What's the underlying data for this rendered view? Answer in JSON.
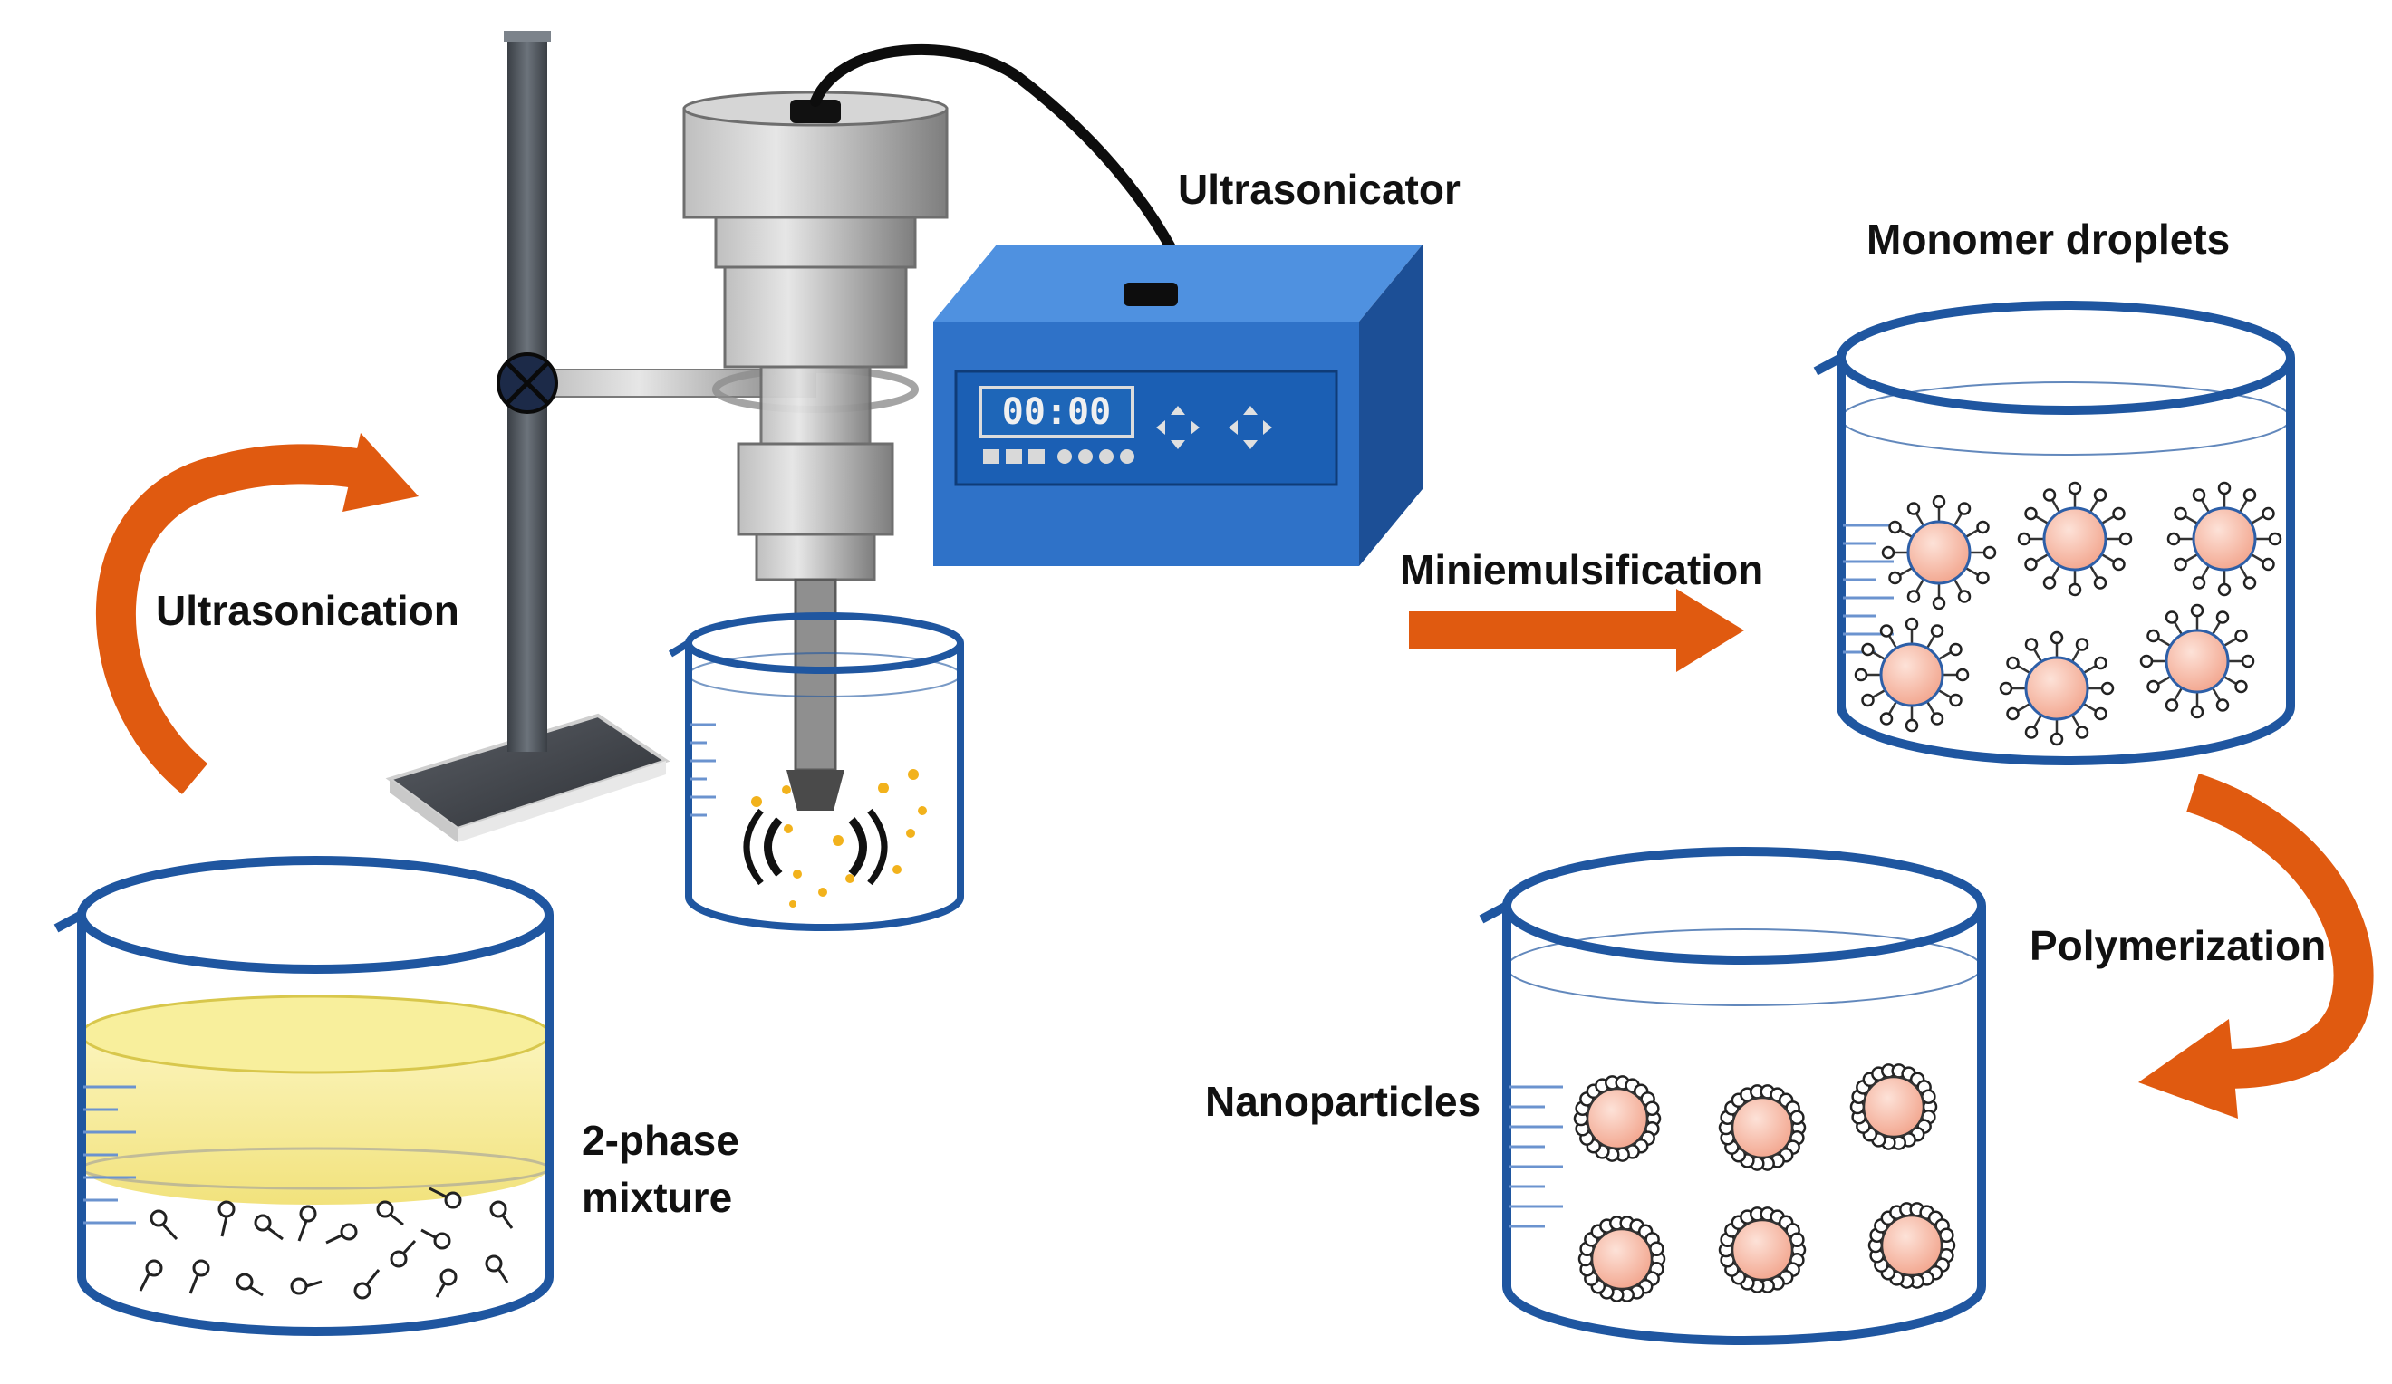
{
  "labels": {
    "ultrasonicator": "Ultrasonicator",
    "monomer_droplets": "Monomer droplets",
    "ultrasonication": "Ultrasonication",
    "miniemulsification": "Miniemulsification",
    "polymerization": "Polymerization",
    "nanoparticles": "Nanoparticles",
    "two_phase_line1": "2-phase",
    "two_phase_line2": "mixture"
  },
  "device": {
    "display_digits": "00:00"
  },
  "colors": {
    "beaker_outline": "#1f56a0",
    "arrow": "#e05a10",
    "device_body": "#2f72c8",
    "oil_phase": "#f6ea8e",
    "droplet_fill": "#f8b9a6",
    "cavitation_bubbles": "#f2b21c",
    "stand": "#555b63",
    "sonotrode": "#9a9a9a"
  }
}
